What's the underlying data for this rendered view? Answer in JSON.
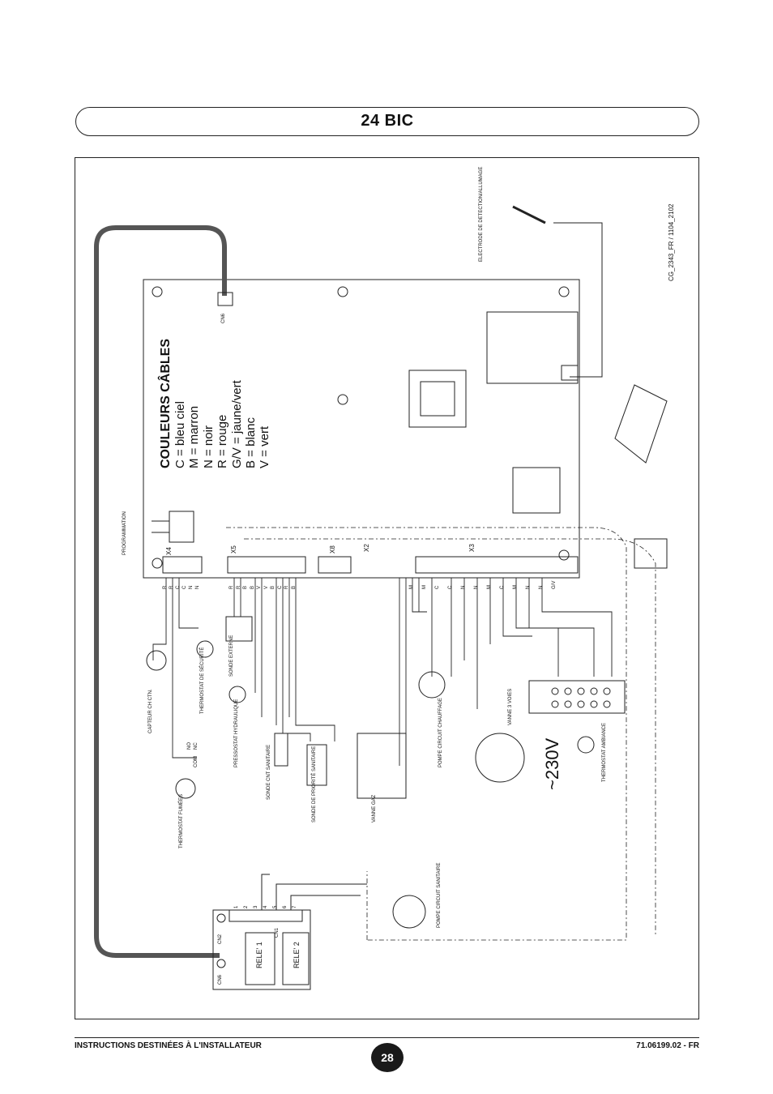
{
  "title": "24 BIC",
  "legend": {
    "title": "COULEURS CÂBLES",
    "items": [
      "C = bleu ciel",
      "M = marron",
      "N = noir",
      "R = rouge",
      "G/V = jaune/vert",
      "B = blanc",
      "V = vert"
    ]
  },
  "labels": {
    "programmation": "PROGRAMMATION",
    "cn6_top": "CN6",
    "electrode": "ELECTRODE DE DETECTION/ALLUMAGE",
    "reference": "CG_2343_FR / 1104_2102",
    "x4": "X4",
    "x5": "X5",
    "x8": "X8",
    "x2": "X2",
    "x3": "X3",
    "capteur": "CAPTEUR CH CTN.",
    "thermostat_securite": "THERMOSTAT DE SÉCURITÉ",
    "sonde_externe": "SONDE EXTERNE",
    "pressostat": "PRESSOSTAT HYDRAULIQUE",
    "thermostat_fumees": "THERMOSTAT FUMÉES",
    "sonde_cnt_sanitaire": "SONDE CNT SANITAIRE",
    "sonde_priorite": "SONDE DE PRIORITÉ SANITAIRE",
    "vanne_gaz": "VANNE GAZ",
    "pompe_chauffage": "POMPE CIRCUIT CHAUFFAGE",
    "vanne_3_voies": "VANNE 3 VOIES",
    "voltage": "~230V",
    "thermostat_ambiance": "THERMOSTAT AMBIANCE",
    "pompe_sanitaire": "POMPE CIRCUIT SANITAIRE",
    "rele1": "RELE' 1",
    "rele2": "RELE' 2",
    "cn1": "CN1",
    "cn2": "CN2",
    "cn6_bottom": "CN6",
    "wire_codes_x4": [
      "R",
      "R",
      "C",
      "C",
      "N",
      "N"
    ],
    "wire_codes_x5": [
      "R",
      "R",
      "B",
      "B",
      "V",
      "V",
      "B",
      "C",
      "R",
      "B"
    ],
    "wire_codes_x3": [
      "M",
      "M",
      "C",
      "C",
      "N",
      "N",
      "M",
      "C",
      "M",
      "N",
      "N",
      "G/V"
    ],
    "term_numbers": [
      "1",
      "2",
      "3",
      "4",
      "5",
      "6",
      "7"
    ],
    "no": "NO",
    "nc": "NC",
    "com": "COM"
  },
  "footer": {
    "left": "INSTRUCTIONS DESTINÉES À L'INSTALLATEUR",
    "page": "28",
    "right": "71.06199.02 - FR"
  }
}
